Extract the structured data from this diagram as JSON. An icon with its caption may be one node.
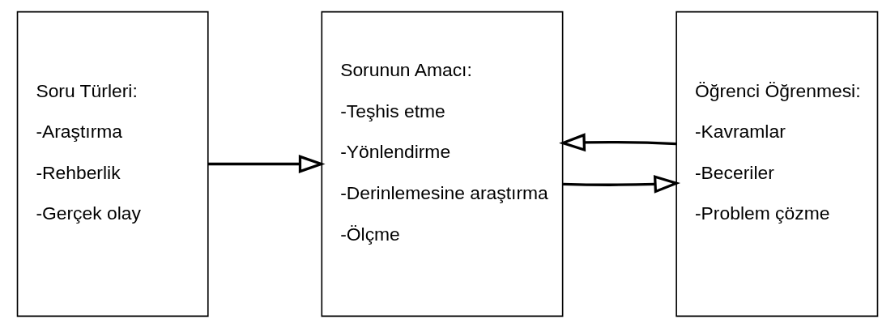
{
  "diagram": {
    "nodes": [
      {
        "text": [
          "Soru Türleri:",
          "-Araştırma",
          "-Rehberlik",
          "-Gerçek olay"
        ]
      },
      {
        "text": [
          "Sorunun Amacı:",
          "-Teşhis etme",
          "-Yönlendirme",
          "-Derinlemesine araştırma",
          "-Ölçme"
        ]
      },
      {
        "text": [
          "Öğrenci Öğrenmesi:",
          "-Kavramlar",
          "-Beceriler",
          "-Problem çözme"
        ]
      }
    ],
    "edges": [
      {
        "from": 0,
        "to": 1,
        "arrow": "to"
      },
      {
        "from": 1,
        "to": 2,
        "arrow": "to"
      },
      {
        "from": 2,
        "to": 1,
        "arrow": "to"
      }
    ]
  }
}
